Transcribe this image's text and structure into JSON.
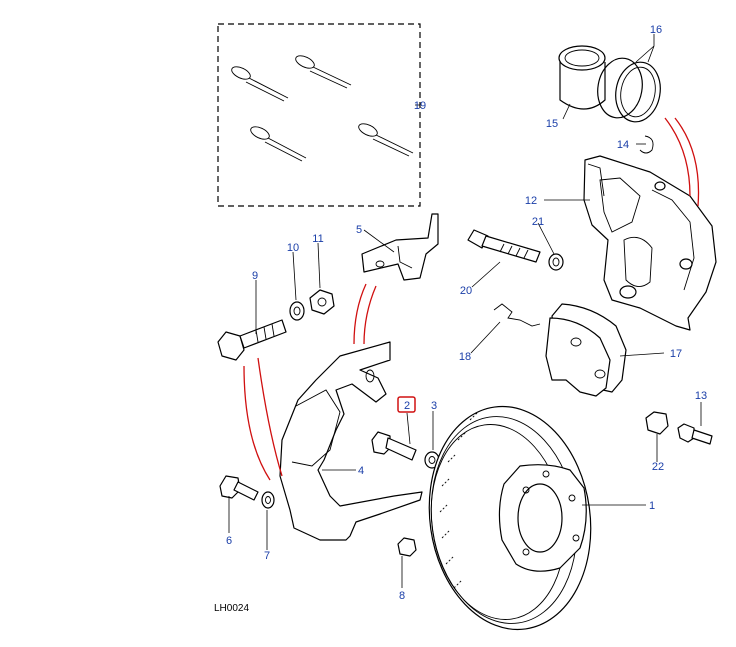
{
  "diagram": {
    "reference_code": "LH0024",
    "callout_color": "#1a3ea8",
    "highlight_color": "#d01010",
    "highlighted_callout": "2",
    "callouts": {
      "c1": "1",
      "c2": "2",
      "c3": "3",
      "c4": "4",
      "c5": "5",
      "c6": "6",
      "c7": "7",
      "c8": "8",
      "c9": "9",
      "c10": "10",
      "c11": "11",
      "c12": "12",
      "c13": "13",
      "c14": "14",
      "c15": "15",
      "c16": "16",
      "c17": "17",
      "c18": "18",
      "c19": "19",
      "c20": "20",
      "c21": "21",
      "c22": "22"
    }
  }
}
